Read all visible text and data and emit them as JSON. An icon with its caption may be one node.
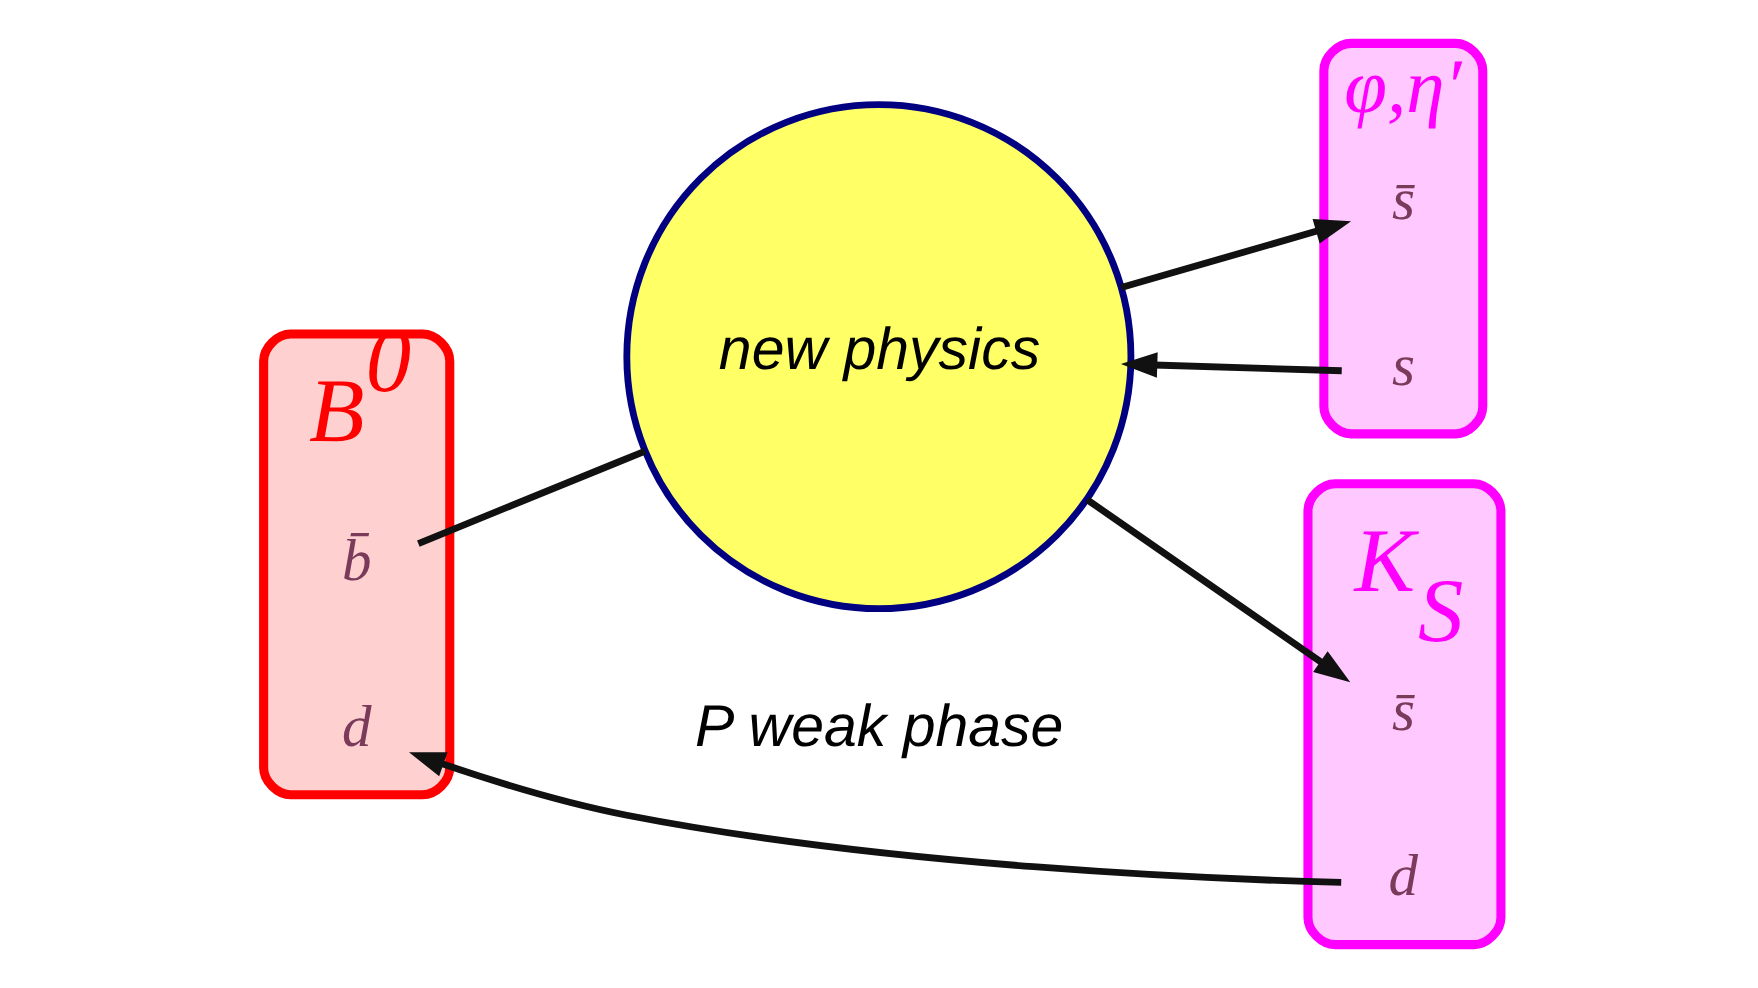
{
  "diagram": {
    "nodes": [
      {
        "text": [
          "B$^{0}$"
        ]
      },
      {
        "text": [
          "b̄"
        ],
        "in": 0
      },
      {
        "text": [
          "d"
        ],
        "in": 0
      },
      {
        "text": [
          "new physics"
        ]
      },
      {
        "text": [
          "φ,η′"
        ]
      },
      {
        "text": [
          "s̄"
        ],
        "in": 4
      },
      {
        "text": [
          "s"
        ],
        "in": 4
      },
      {
        "text": [
          "K$_{S}$"
        ]
      },
      {
        "text": [
          "s̄"
        ],
        "in": 7
      },
      {
        "text": [
          "d"
        ],
        "in": 7
      }
    ],
    "edges": [
      {
        "from": 1,
        "to": 3,
        "arrow": "none"
      },
      {
        "from": 3,
        "to": 5,
        "arrow": "to"
      },
      {
        "from": 6,
        "to": 3,
        "arrow": "to"
      },
      {
        "from": 3,
        "to": 8,
        "arrow": "to"
      },
      {
        "from": 9,
        "to": 2,
        "arrow": "to"
      }
    ],
    "labels": [
      "P weak phase"
    ]
  }
}
